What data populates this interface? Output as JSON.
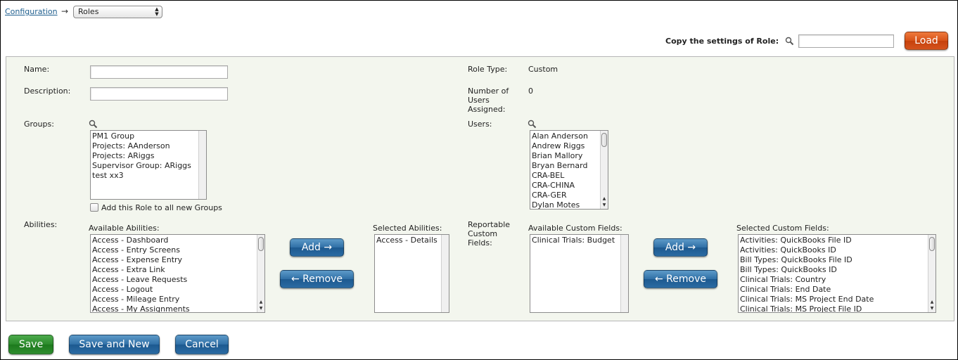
{
  "breadcrumb": {
    "link": "Configuration",
    "arrow": "→",
    "select_value": "Roles"
  },
  "copy_settings": {
    "label": "Copy the settings of Role:",
    "input_value": "",
    "load_label": "Load"
  },
  "form": {
    "name_label": "Name:",
    "name_value": "",
    "description_label": "Description:",
    "description_value": "",
    "role_type_label": "Role Type:",
    "role_type_value": "Custom",
    "users_assigned_label_1": "Number of",
    "users_assigned_label_2": "Users",
    "users_assigned_label_3": "Assigned:",
    "users_assigned_value": "0",
    "groups_label": "Groups:",
    "groups": [
      "PM1 Group",
      "Projects: AAnderson",
      "Projects: ARiggs",
      "Supervisor Group: ARiggs",
      "test xx3"
    ],
    "add_role_checkbox_label": "Add this Role to all new Groups",
    "users_label": "Users:",
    "users": [
      "Alan Anderson",
      "Andrew Riggs",
      "Brian Mallory",
      "Bryan Bernard",
      "CRA-BEL",
      "CRA-CHINA",
      "CRA-GER",
      "Dylan Motes"
    ],
    "abilities_label": "Abilities:",
    "available_abilities_label": "Available Abilities:",
    "available_abilities": [
      "Access - Dashboard",
      "Access - Entry Screens",
      "Access - Expense Entry",
      "Access - Extra Link",
      "Access - Leave Requests",
      "Access - Logout",
      "Access - Mileage Entry",
      "Access - My Assignments"
    ],
    "selected_abilities_label": "Selected Abilities:",
    "selected_abilities": [
      "Access - Details"
    ],
    "add_label": "Add →",
    "remove_label": "← Remove",
    "reportable_label_1": "Reportable",
    "reportable_label_2": "Custom",
    "reportable_label_3": "Fields:",
    "available_custom_fields_label": "Available Custom Fields:",
    "available_custom_fields": [
      "Clinical Trials: Budget"
    ],
    "selected_custom_fields_label": "Selected Custom Fields:",
    "selected_custom_fields": [
      "Activities: QuickBooks File ID",
      "Activities: QuickBooks ID",
      "Bill Types: QuickBooks File ID",
      "Bill Types: QuickBooks ID",
      "Clinical Trials: Country",
      "Clinical Trials: End Date",
      "Clinical Trials: MS Project End Date",
      "Clinical Trials: MS Project File ID"
    ]
  },
  "footer": {
    "save_label": "Save",
    "save_new_label": "Save and New",
    "cancel_label": "Cancel"
  },
  "colors": {
    "link": "#1f5f8f",
    "panel_bg": "#f3f6ee",
    "blue_button": "#2a6aa2",
    "green_button": "#2b8a2b",
    "orange_button": "#d75218"
  },
  "icons": {
    "search": "search-icon",
    "spinner": "select-spinner-icon"
  }
}
